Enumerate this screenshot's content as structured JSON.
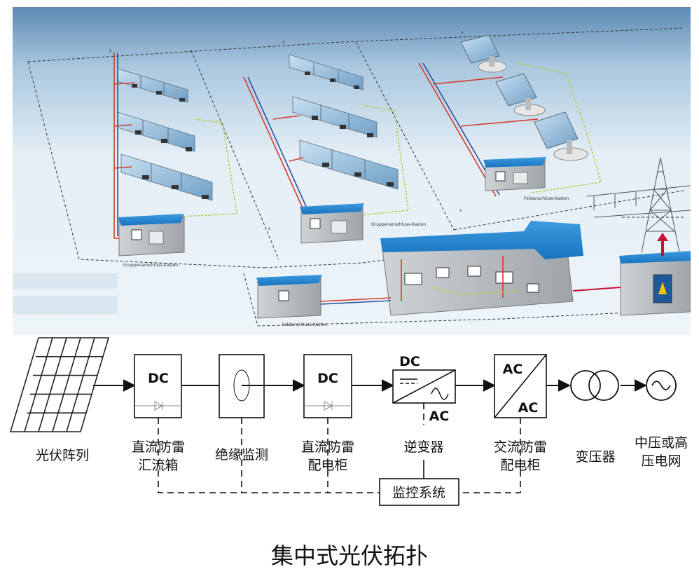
{
  "illustration": {
    "captions": [
      "Gruppenanschluss-Kasten",
      "Gruppenanschluss-Kasten",
      "Feldanschluss-Kasten",
      "Feldanschluss-Kasten"
    ],
    "side_marks": [
      "s",
      "s",
      "s",
      "s",
      "s"
    ]
  },
  "schematic": {
    "nodes": [
      {
        "id": "pv-array",
        "label": "光伏阵列"
      },
      {
        "id": "dc-combiner",
        "label_1": "直流防雷",
        "label_2": "汇流箱",
        "box_text": "DC"
      },
      {
        "id": "insulation",
        "label": "绝缘监测"
      },
      {
        "id": "dc-cabinet",
        "label_1": "直流防雷",
        "label_2": "配电柜",
        "box_text": "DC"
      },
      {
        "id": "inverter",
        "label": "逆变器",
        "box_text_top": "DC",
        "box_text_bottom": "AC"
      },
      {
        "id": "ac-cabinet",
        "label_1": "交流防雷",
        "label_2": "配电柜",
        "box_text_top": "AC",
        "box_text_bottom": "AC"
      },
      {
        "id": "transformer",
        "label": "变压器"
      },
      {
        "id": "grid",
        "label_1": "中压或高",
        "label_2": "压电网"
      }
    ],
    "monitor_label": "监控系统"
  },
  "footer": {
    "title": "集中式光伏拓扑"
  }
}
